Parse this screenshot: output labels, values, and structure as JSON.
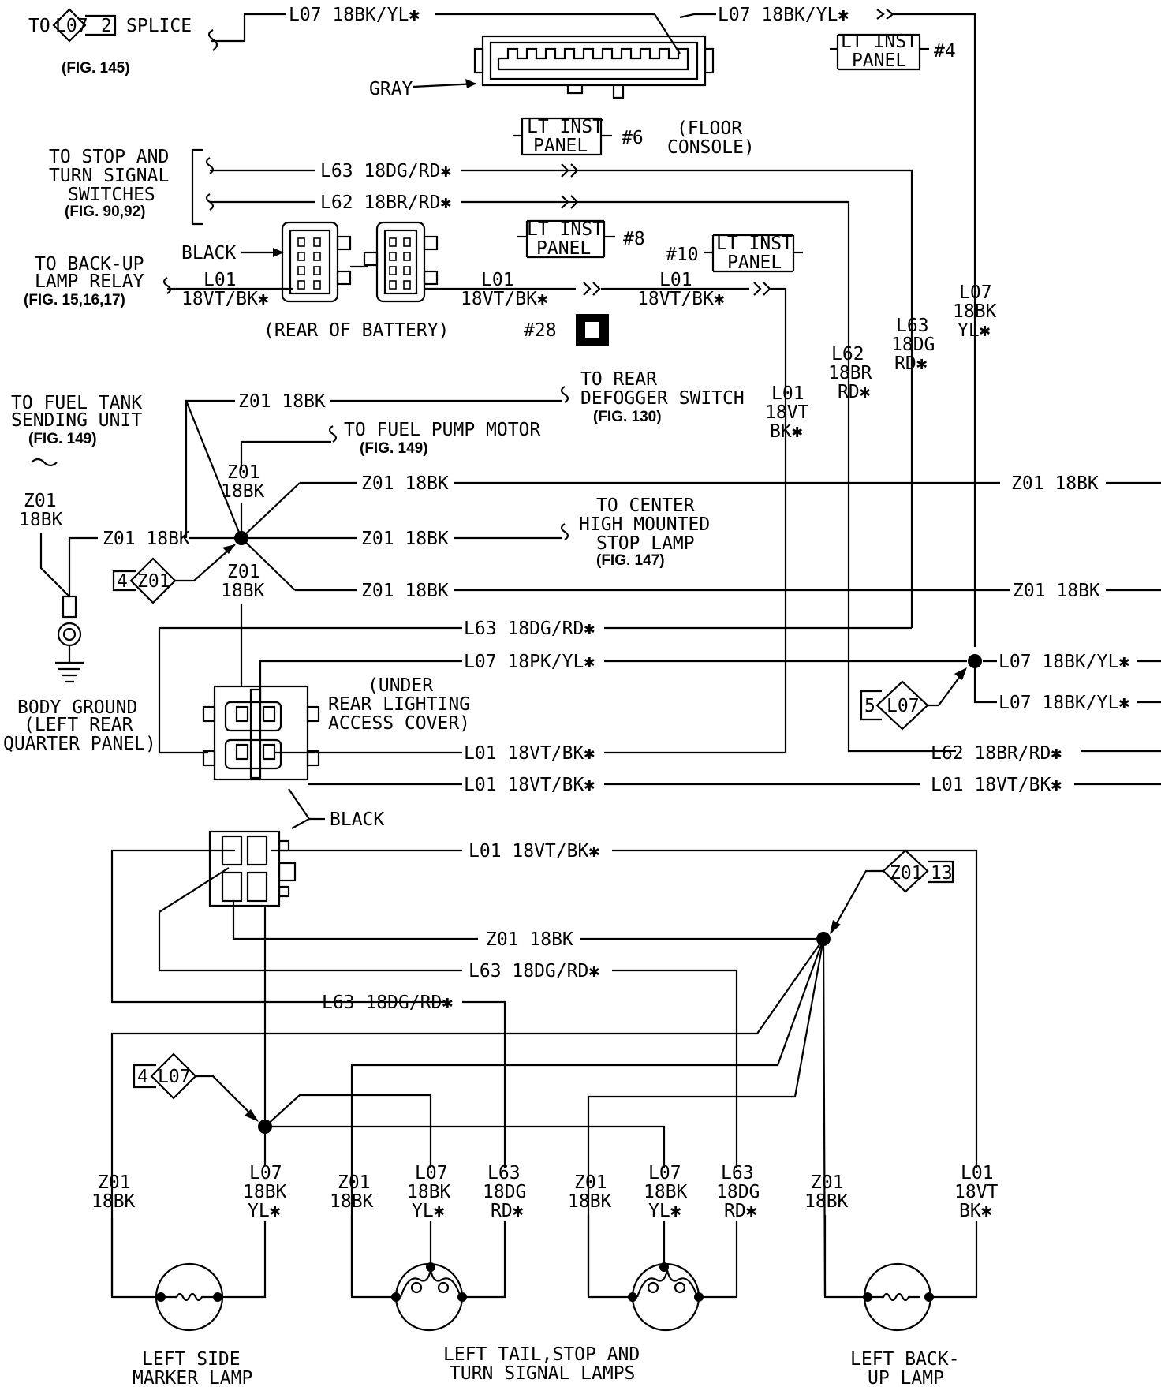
{
  "top": {
    "splice_to": "TO",
    "splice_circuit": "L07",
    "splice_num": "2",
    "splice_label": "SPLICE",
    "splice_fig": "(FIG. 145)",
    "wire_l07_a": "L07 18BK/YL✱",
    "wire_l07_b": "L07 18BK/YL✱",
    "gray": "GRAY",
    "lt_inst_panel": "LT INST",
    "panel": "PANEL",
    "n4": "#4",
    "n6": "#6",
    "n8": "#8",
    "n10": "#10",
    "floor1": "(FLOOR",
    "floor2": "CONSOLE)"
  },
  "switches": {
    "l1": "TO STOP AND",
    "l2": "TURN SIGNAL",
    "l3": "SWITCHES",
    "fig": "(FIG. 90,92)",
    "l63": "L63 18DG/RD✱",
    "l62": "L62 18BR/RD✱"
  },
  "backup": {
    "l1": "TO BACK-UP",
    "l2": "LAMP RELAY",
    "fig": "(FIG. 15,16,17)",
    "black": "BLACK",
    "l01": "L01",
    "l01g": "18VT/BK✱",
    "rear_batt": "(REAR OF BATTERY)",
    "n28": "#28"
  },
  "fuel": {
    "l1": "TO FUEL TANK",
    "l2": "SENDING UNIT",
    "fig": "(FIG. 149)",
    "z01": "Z01",
    "g18bk": "18BK",
    "z01_18bk": "Z01 18BK",
    "pump": "TO FUEL PUMP MOTOR",
    "pump_fig": "(FIG. 149)",
    "defog1": "TO REAR",
    "defog2": "DEFOGGER SWITCH",
    "defog_fig": "(FIG. 130)",
    "chmsl1": "TO CENTER",
    "chmsl2": "HIGH MOUNTED",
    "chmsl3": "STOP LAMP",
    "chmsl_fig": "(FIG. 147)",
    "diamond_num": "4",
    "diamond_circ": "Z01"
  },
  "ground": {
    "l1": "BODY GROUND",
    "l2": "(LEFT REAR",
    "l3": "QUARTER PANEL)"
  },
  "vertical": {
    "l07": "L07",
    "l07g": "18BK",
    "l07c": "YL✱",
    "l63": "L63",
    "l63g": "18DG",
    "l63c": "RD✱",
    "l62": "L62",
    "l62g": "18BR",
    "l62c": "RD✱",
    "l01": "L01",
    "l01g": "18VT",
    "l01c": "BK✱",
    "z01": "Z01",
    "z01g": "18BK"
  },
  "mid": {
    "l63": "L63 18DG/RD✱",
    "l07pk": "L07 18PK/YL✱",
    "l07bk": "L07 18BK/YL✱",
    "l01": "L01 18VT/BK✱",
    "l62": "L62 18BR/RD✱",
    "z01": "Z01 18BK",
    "under1": "(UNDER",
    "under2": "REAR LIGHTING",
    "under3": "ACCESS COVER)",
    "black": "BLACK",
    "d5_num": "5",
    "d5_circ": "L07",
    "dz_circ": "Z01",
    "dz_num": "13",
    "d4_num": "4",
    "d4_circ": "L07"
  },
  "lamps": {
    "side1": "LEFT SIDE",
    "side2": "MARKER LAMP",
    "tail1": "LEFT TAIL,STOP AND",
    "tail2": "TURN SIGNAL LAMPS",
    "back1": "LEFT BACK-",
    "back2": "UP LAMP"
  }
}
